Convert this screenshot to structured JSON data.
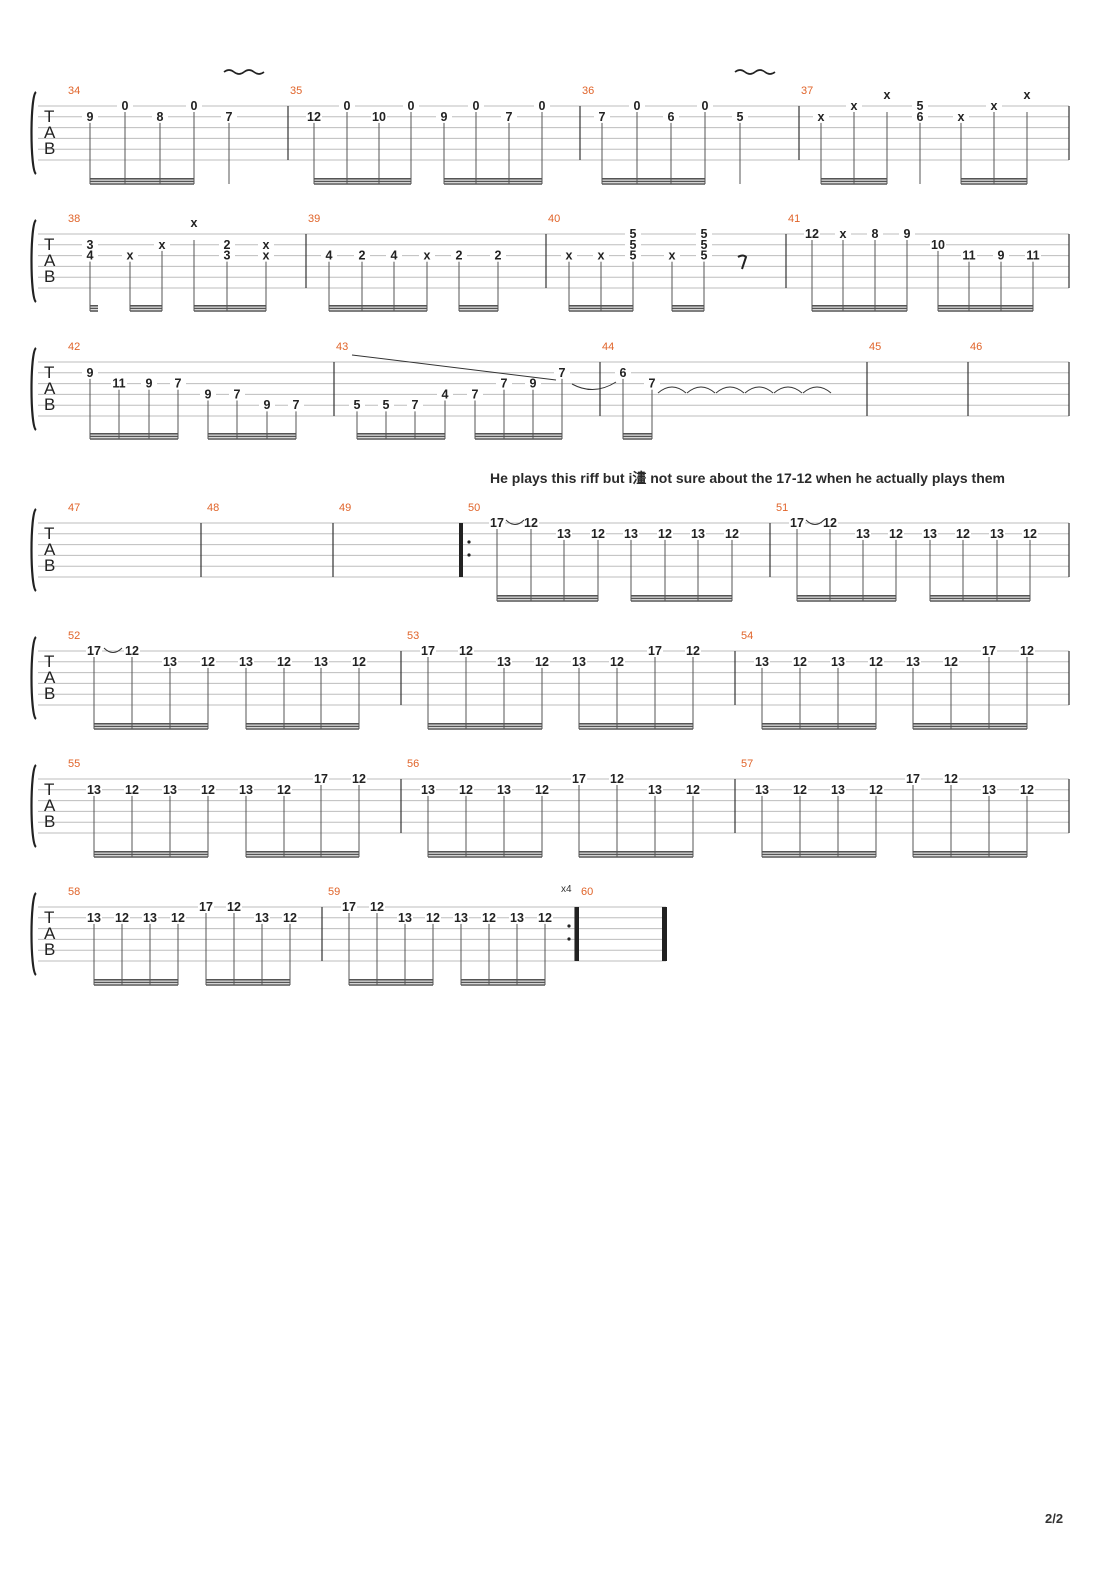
{
  "page": {
    "number": "2/2"
  },
  "tab_label": [
    "T",
    "A",
    "B"
  ],
  "annotation": "He plays this riff but i澅 not sure about the 17-12 when he actually plays them",
  "repeat_count": "x4",
  "systems": [
    {
      "measures": [
        {
          "num": "34",
          "notes": [
            [
              "9"
            ],
            [
              "0"
            ],
            [
              "8"
            ],
            [
              "0"
            ],
            [
              "7"
            ]
          ]
        },
        {
          "num": "35",
          "notes": [
            [
              "12"
            ],
            [
              "0"
            ],
            [
              "10"
            ],
            [
              "0"
            ],
            [
              "9"
            ],
            [
              "0"
            ],
            [
              "7"
            ],
            [
              "0"
            ]
          ]
        },
        {
          "num": "36",
          "notes": [
            [
              "7"
            ],
            [
              "0"
            ],
            [
              "6"
            ],
            [
              "0"
            ],
            [
              "5"
            ]
          ]
        },
        {
          "num": "37",
          "notes": [
            [
              "x"
            ],
            [
              "x"
            ],
            [
              "x"
            ],
            [
              "5",
              "6"
            ],
            [
              "x"
            ],
            [
              "x"
            ],
            [
              "x"
            ]
          ]
        }
      ]
    },
    {
      "measures": [
        {
          "num": "38",
          "notes": [
            [
              "3",
              "4"
            ],
            [
              "x"
            ],
            [
              "x"
            ],
            [
              "x"
            ],
            [
              "2",
              "3"
            ],
            [
              "x",
              "x"
            ]
          ]
        },
        {
          "num": "39",
          "notes": [
            [
              "4"
            ],
            [
              "2"
            ],
            [
              "4"
            ],
            [
              "x"
            ],
            [
              "2"
            ],
            [
              "2"
            ]
          ]
        },
        {
          "num": "40",
          "notes": [
            [
              "x"
            ],
            [
              "x"
            ],
            [
              "5",
              "5",
              "5"
            ],
            [
              "x"
            ],
            [
              "5",
              "5",
              "5"
            ]
          ]
        },
        {
          "num": "41",
          "notes": [
            [
              "12"
            ],
            [
              "x"
            ],
            [
              "8"
            ],
            [
              "9"
            ],
            [
              "10"
            ],
            [
              "11"
            ],
            [
              "9"
            ],
            [
              "11"
            ]
          ]
        }
      ]
    },
    {
      "measures": [
        {
          "num": "42",
          "notes": [
            [
              "9"
            ],
            [
              "11"
            ],
            [
              "9"
            ],
            [
              "7"
            ],
            [
              "9"
            ],
            [
              "7"
            ],
            [
              "9"
            ],
            [
              "7"
            ]
          ]
        },
        {
          "num": "43",
          "notes": [
            [
              "5"
            ],
            [
              "5"
            ],
            [
              "7"
            ],
            [
              "4"
            ],
            [
              "7"
            ],
            [
              "7"
            ],
            [
              "9"
            ],
            [
              "7"
            ]
          ]
        },
        {
          "num": "44",
          "notes": [
            [
              "6"
            ],
            [
              "7"
            ]
          ]
        },
        {
          "num": "45",
          "notes": []
        },
        {
          "num": "46",
          "notes": []
        }
      ]
    },
    {
      "measures": [
        {
          "num": "47",
          "notes": []
        },
        {
          "num": "48",
          "notes": []
        },
        {
          "num": "49",
          "notes": []
        },
        {
          "num": "50",
          "notes": [
            [
              "17"
            ],
            [
              "12"
            ],
            [
              "13"
            ],
            [
              "12"
            ],
            [
              "13"
            ],
            [
              "12"
            ],
            [
              "13"
            ],
            [
              "12"
            ]
          ]
        },
        {
          "num": "51",
          "notes": [
            [
              "17"
            ],
            [
              "12"
            ],
            [
              "13"
            ],
            [
              "12"
            ],
            [
              "13"
            ],
            [
              "12"
            ],
            [
              "13"
            ],
            [
              "12"
            ]
          ]
        }
      ]
    },
    {
      "measures": [
        {
          "num": "52",
          "notes": [
            [
              "17"
            ],
            [
              "12"
            ],
            [
              "13"
            ],
            [
              "12"
            ],
            [
              "13"
            ],
            [
              "12"
            ],
            [
              "13"
            ],
            [
              "12"
            ]
          ]
        },
        {
          "num": "53",
          "notes": [
            [
              "17"
            ],
            [
              "12"
            ],
            [
              "13"
            ],
            [
              "12"
            ],
            [
              "13"
            ],
            [
              "12"
            ],
            [
              "17"
            ],
            [
              "12"
            ]
          ]
        },
        {
          "num": "54",
          "notes": [
            [
              "13"
            ],
            [
              "12"
            ],
            [
              "13"
            ],
            [
              "12"
            ],
            [
              "13"
            ],
            [
              "12"
            ],
            [
              "17"
            ],
            [
              "12"
            ]
          ]
        }
      ]
    },
    {
      "measures": [
        {
          "num": "55",
          "notes": [
            [
              "13"
            ],
            [
              "12"
            ],
            [
              "13"
            ],
            [
              "12"
            ],
            [
              "13"
            ],
            [
              "12"
            ],
            [
              "17"
            ],
            [
              "12"
            ]
          ]
        },
        {
          "num": "56",
          "notes": [
            [
              "13"
            ],
            [
              "12"
            ],
            [
              "13"
            ],
            [
              "12"
            ],
            [
              "17"
            ],
            [
              "12"
            ],
            [
              "13"
            ],
            [
              "12"
            ]
          ]
        },
        {
          "num": "57",
          "notes": [
            [
              "13"
            ],
            [
              "12"
            ],
            [
              "13"
            ],
            [
              "12"
            ],
            [
              "17"
            ],
            [
              "12"
            ],
            [
              "13"
            ],
            [
              "12"
            ]
          ]
        }
      ]
    },
    {
      "measures": [
        {
          "num": "58",
          "notes": [
            [
              "13"
            ],
            [
              "12"
            ],
            [
              "13"
            ],
            [
              "12"
            ],
            [
              "17"
            ],
            [
              "12"
            ],
            [
              "13"
            ],
            [
              "12"
            ]
          ]
        },
        {
          "num": "59",
          "notes": [
            [
              "17"
            ],
            [
              "12"
            ],
            [
              "13"
            ],
            [
              "12"
            ],
            [
              "13"
            ],
            [
              "12"
            ],
            [
              "13"
            ],
            [
              "12"
            ]
          ]
        },
        {
          "num": "60",
          "notes": []
        }
      ]
    }
  ]
}
